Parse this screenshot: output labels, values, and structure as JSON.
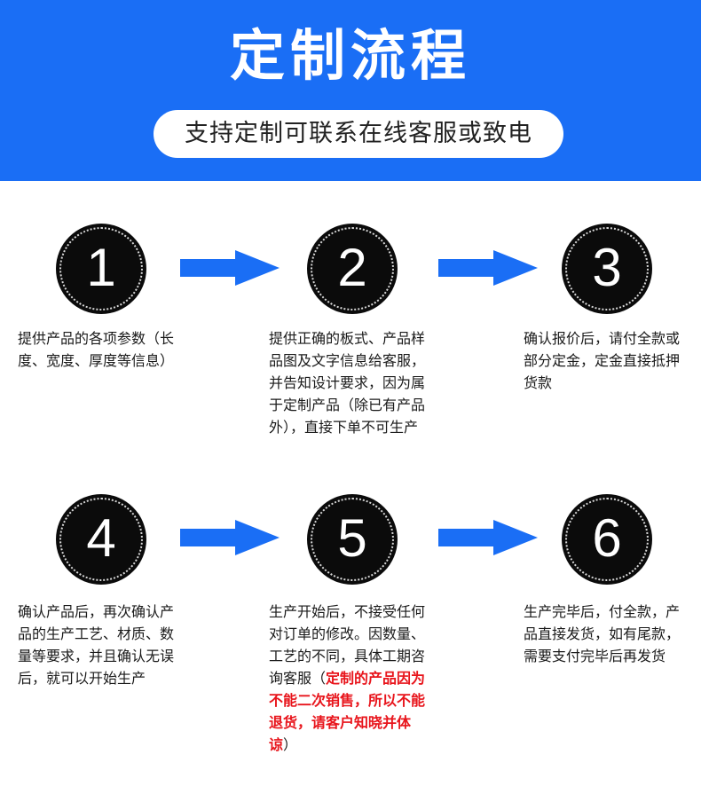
{
  "header": {
    "title": "定制流程",
    "subtitle": "支持定制可联系在线客服或致电"
  },
  "colors": {
    "header_bg": "#1a6ef5",
    "arrow": "#1a6ef5",
    "highlight": "#e8141b"
  },
  "steps": [
    {
      "number": "1",
      "text": "提供产品的各项参数（长度、宽度、厚度等信息）"
    },
    {
      "number": "2",
      "text": "提供正确的板式、产品样品图及文字信息给客服，并告知设计要求，因为属于定制产品（除已有产品外），直接下单不可生产"
    },
    {
      "number": "3",
      "text": "确认报价后，请付全款或部分定金，定金直接抵押货款"
    },
    {
      "number": "4",
      "text": "确认产品后，再次确认产品的生产工艺、材质、数量等要求，并且确认无误后，就可以开始生产"
    },
    {
      "number": "5",
      "text_before": "生产开始后，不接受任何对订单的修改。因数量、工艺的不同，具体工期咨询客服（",
      "text_highlight": "定制的产品因为不能二次销售，所以不能退货，请客户知晓并体谅",
      "text_after": "）"
    },
    {
      "number": "6",
      "text": "生产完毕后，付全款，产品直接发货，如有尾款，需要支付完毕后再发货"
    }
  ]
}
